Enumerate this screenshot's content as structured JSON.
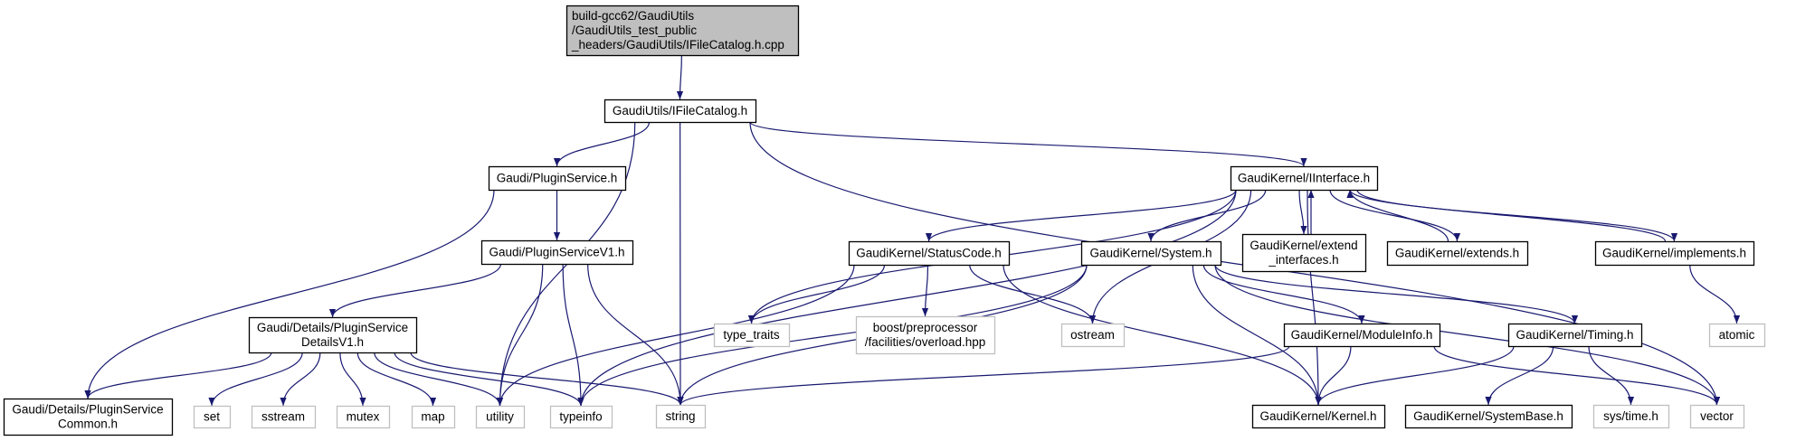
{
  "colors": {
    "edge": "#191970",
    "root_fill": "#bfbfbf",
    "external_border": "#bfbfbf",
    "node_border": "#000000"
  },
  "nodes": [
    {
      "id": "root",
      "kind": "root",
      "lines": [
        "build-gcc62/GaudiUtils",
        "/GaudiUtils_test_public",
        "_headers/GaudiUtils/IFileCatalog.h.cpp"
      ]
    },
    {
      "id": "ifilecatalog",
      "kind": "normal",
      "lines": [
        "GaudiUtils/IFileCatalog.h"
      ]
    },
    {
      "id": "pluginservice",
      "kind": "normal",
      "lines": [
        "Gaudi/PluginService.h"
      ]
    },
    {
      "id": "pluginservicev1",
      "kind": "normal",
      "lines": [
        "Gaudi/PluginServiceV1.h"
      ]
    },
    {
      "id": "detailsv1",
      "kind": "normal",
      "lines": [
        "Gaudi/Details/PluginService",
        "DetailsV1.h"
      ]
    },
    {
      "id": "common",
      "kind": "normal",
      "lines": [
        "Gaudi/Details/PluginService",
        "Common.h"
      ]
    },
    {
      "id": "set",
      "kind": "external",
      "lines": [
        "set"
      ]
    },
    {
      "id": "sstream",
      "kind": "external",
      "lines": [
        "sstream"
      ]
    },
    {
      "id": "mutex",
      "kind": "external",
      "lines": [
        "mutex"
      ]
    },
    {
      "id": "map",
      "kind": "external",
      "lines": [
        "map"
      ]
    },
    {
      "id": "utility",
      "kind": "external",
      "lines": [
        "utility"
      ]
    },
    {
      "id": "typeinfo",
      "kind": "external",
      "lines": [
        "typeinfo"
      ]
    },
    {
      "id": "string",
      "kind": "external",
      "lines": [
        "string"
      ]
    },
    {
      "id": "iinterface",
      "kind": "normal",
      "lines": [
        "GaudiKernel/IInterface.h"
      ]
    },
    {
      "id": "statuscode",
      "kind": "normal",
      "lines": [
        "GaudiKernel/StatusCode.h"
      ]
    },
    {
      "id": "system",
      "kind": "normal",
      "lines": [
        "GaudiKernel/System.h"
      ]
    },
    {
      "id": "extend_interfaces",
      "kind": "normal",
      "lines": [
        "GaudiKernel/extend",
        "_interfaces.h"
      ]
    },
    {
      "id": "extends",
      "kind": "normal",
      "lines": [
        "GaudiKernel/extends.h"
      ]
    },
    {
      "id": "implements",
      "kind": "normal",
      "lines": [
        "GaudiKernel/implements.h"
      ]
    },
    {
      "id": "type_traits",
      "kind": "external",
      "lines": [
        "type_traits"
      ]
    },
    {
      "id": "boost",
      "kind": "external",
      "lines": [
        "boost/preprocessor",
        "/facilities/overload.hpp"
      ]
    },
    {
      "id": "ostream",
      "kind": "external",
      "lines": [
        "ostream"
      ]
    },
    {
      "id": "moduleinfo",
      "kind": "normal",
      "lines": [
        "GaudiKernel/ModuleInfo.h"
      ]
    },
    {
      "id": "timing",
      "kind": "normal",
      "lines": [
        "GaudiKernel/Timing.h"
      ]
    },
    {
      "id": "atomic",
      "kind": "external",
      "lines": [
        "atomic"
      ]
    },
    {
      "id": "kernel",
      "kind": "normal",
      "lines": [
        "GaudiKernel/Kernel.h"
      ]
    },
    {
      "id": "systembase",
      "kind": "normal",
      "lines": [
        "GaudiKernel/SystemBase.h"
      ]
    },
    {
      "id": "systime",
      "kind": "external",
      "lines": [
        "sys/time.h"
      ]
    },
    {
      "id": "vector",
      "kind": "external",
      "lines": [
        "vector"
      ]
    }
  ],
  "edges": [
    [
      "root",
      "ifilecatalog"
    ],
    [
      "ifilecatalog",
      "pluginservice"
    ],
    [
      "ifilecatalog",
      "utility"
    ],
    [
      "ifilecatalog",
      "string"
    ],
    [
      "ifilecatalog",
      "iinterface"
    ],
    [
      "ifilecatalog",
      "vector"
    ],
    [
      "pluginservice",
      "pluginservicev1"
    ],
    [
      "pluginservice",
      "common"
    ],
    [
      "pluginservicev1",
      "detailsv1"
    ],
    [
      "pluginservicev1",
      "utility"
    ],
    [
      "pluginservicev1",
      "typeinfo"
    ],
    [
      "pluginservicev1",
      "string"
    ],
    [
      "detailsv1",
      "common"
    ],
    [
      "detailsv1",
      "set"
    ],
    [
      "detailsv1",
      "sstream"
    ],
    [
      "detailsv1",
      "mutex"
    ],
    [
      "detailsv1",
      "map"
    ],
    [
      "detailsv1",
      "utility"
    ],
    [
      "detailsv1",
      "typeinfo"
    ],
    [
      "detailsv1",
      "string"
    ],
    [
      "iinterface",
      "typeinfo"
    ],
    [
      "iinterface",
      "type_traits"
    ],
    [
      "iinterface",
      "statuscode"
    ],
    [
      "iinterface",
      "ostream"
    ],
    [
      "iinterface",
      "system"
    ],
    [
      "iinterface",
      "extend_interfaces"
    ],
    [
      "iinterface",
      "extends"
    ],
    [
      "iinterface",
      "implements"
    ],
    [
      "iinterface",
      "kernel"
    ],
    [
      "statuscode",
      "type_traits"
    ],
    [
      "statuscode",
      "utility"
    ],
    [
      "statuscode",
      "boost"
    ],
    [
      "statuscode",
      "ostream"
    ],
    [
      "statuscode",
      "kernel"
    ],
    [
      "system",
      "typeinfo"
    ],
    [
      "system",
      "string"
    ],
    [
      "system",
      "moduleinfo"
    ],
    [
      "system",
      "timing"
    ],
    [
      "system",
      "kernel"
    ],
    [
      "system",
      "vector"
    ],
    [
      "moduleinfo",
      "string"
    ],
    [
      "moduleinfo",
      "kernel"
    ],
    [
      "moduleinfo",
      "vector"
    ],
    [
      "timing",
      "kernel"
    ],
    [
      "timing",
      "systembase"
    ],
    [
      "timing",
      "systime"
    ],
    [
      "implements",
      "atomic"
    ],
    [
      "implements",
      "iinterface"
    ],
    [
      "extends",
      "iinterface"
    ],
    [
      "extend_interfaces",
      "iinterface"
    ]
  ]
}
